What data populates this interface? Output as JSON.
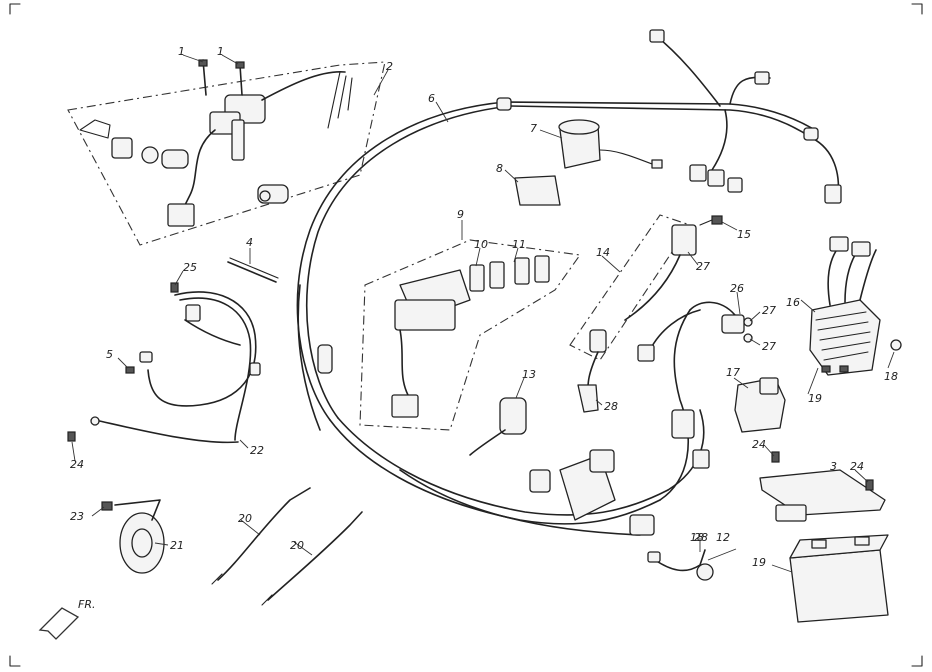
{
  "labels": {
    "l1a": "1",
    "l1b": "1",
    "l2": "2",
    "l3": "3",
    "l4": "4",
    "l5": "5",
    "l6": "6",
    "l7": "7",
    "l8": "8",
    "l9": "9",
    "l10": "10",
    "l11": "11",
    "l12": "12",
    "l13": "13",
    "l14": "14",
    "l15": "15",
    "l16": "16",
    "l17": "17",
    "l18": "18",
    "l18b": "18",
    "l19": "19",
    "l19b": "19",
    "l20a": "20",
    "l20b": "20",
    "l21": "21",
    "l22": "22",
    "l23": "23",
    "l24a": "24",
    "l24b": "24",
    "l24c": "24",
    "l25": "25",
    "l26": "26",
    "l27a": "27",
    "l27b": "27",
    "l27c": "27",
    "l28a": "28",
    "l28b": "28"
  },
  "front_marker": "FR."
}
